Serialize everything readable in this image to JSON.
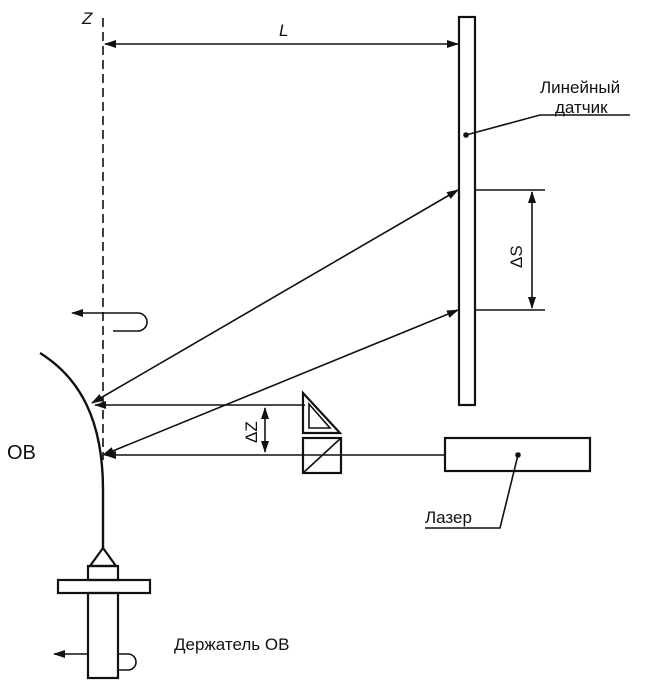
{
  "diagram": {
    "labels": {
      "z_axis": "Z",
      "distance": "L",
      "sensor_line1": "Линейный",
      "sensor_line2": "датчик",
      "delta_s": "ΔS",
      "delta_z": "ΔZ",
      "fiber": "ОВ",
      "laser": "Лазер",
      "holder": "Держатель ОВ"
    },
    "colors": {
      "line": "#111111",
      "background": "#ffffff"
    }
  }
}
